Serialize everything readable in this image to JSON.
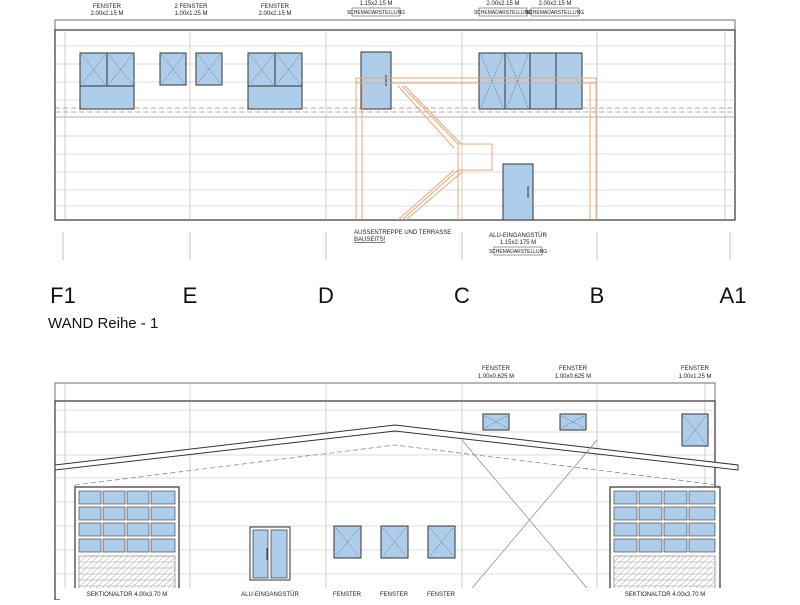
{
  "elevation1": {
    "title": "WAND Reihe - 1",
    "axes": [
      "F1",
      "E",
      "D",
      "C",
      "B",
      "A1"
    ],
    "labels": {
      "fenster_a": [
        "FENSTER",
        "2.00x2.15  M"
      ],
      "fenster_b": [
        "2  FENSTER",
        "1.00x1.25  M"
      ],
      "fenster_c": [
        "FENSTER",
        "2.00x2.15  M"
      ],
      "door_top": [
        "1.15x2.15  M",
        "SCHEMADARSTELLUNG"
      ],
      "window_top_1": [
        "2.00x2.15  M",
        "SCHEMADARSTELLUNG"
      ],
      "window_top_2": [
        "2.00x2.15  M",
        "SCHEMADARSTELLUNG"
      ],
      "stair": [
        "AUSSENTREPPE  UND  TERRASSE",
        "BAUSEITS!"
      ],
      "door_bottom": [
        "ALU-EINGANGSTÜR",
        "1.15x2.175  M",
        "SCHEMADARSTELLUNG"
      ]
    }
  },
  "elevation2": {
    "labels": {
      "fenster_1": [
        "FENSTER",
        "1.00x0.625  M"
      ],
      "fenster_2": [
        "FENSTER",
        "1.00x0.625  M"
      ],
      "fenster_3": [
        "FENSTER",
        "1.00x1.25  M"
      ],
      "tor_left": [
        "SEKTIONALTOR  4.00x3.70  M"
      ],
      "door": [
        "ALU-EINGANGSTÜR"
      ],
      "fenster_b1": [
        "FENSTER"
      ],
      "fenster_b2": [
        "FENSTER"
      ],
      "fenster_b3": [
        "FENSTER"
      ],
      "tor_right": [
        "SEKTIONALTOR  4.00x3.70  M"
      ]
    }
  },
  "colors": {
    "glass": "#aecdea",
    "stair": "#e8a878",
    "line": "#333333"
  }
}
